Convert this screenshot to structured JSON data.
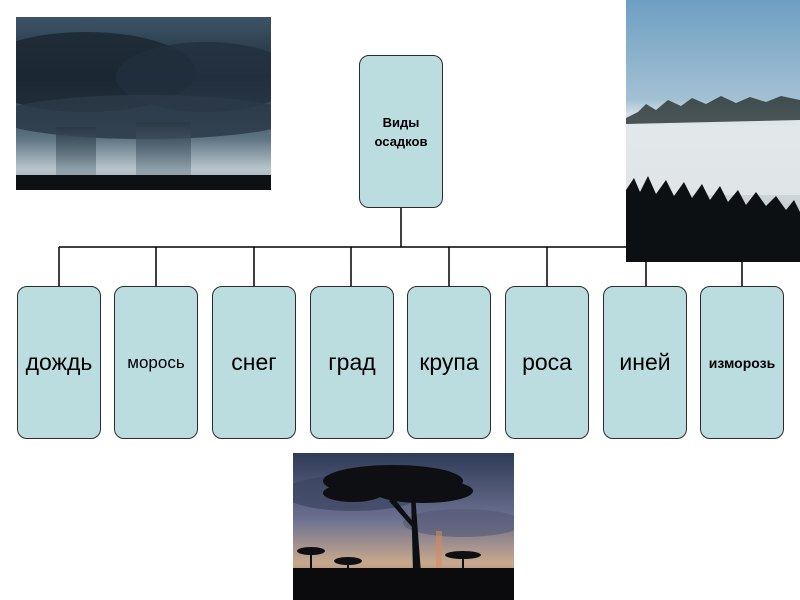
{
  "diagram": {
    "root": {
      "label": "Виды осадков"
    },
    "children": [
      {
        "id": "rain",
        "label": "дождь"
      },
      {
        "id": "drizzle",
        "label": "морось"
      },
      {
        "id": "snow",
        "label": "снег"
      },
      {
        "id": "hail",
        "label": "град"
      },
      {
        "id": "graupel",
        "label": "крупа"
      },
      {
        "id": "dew",
        "label": "роса"
      },
      {
        "id": "hoarfrost",
        "label": "иней"
      },
      {
        "id": "rime",
        "label": "изморозь"
      }
    ]
  },
  "colors": {
    "box_fill": "#bcdde0",
    "box_border": "#2b2b2b",
    "connector": "#000000"
  }
}
